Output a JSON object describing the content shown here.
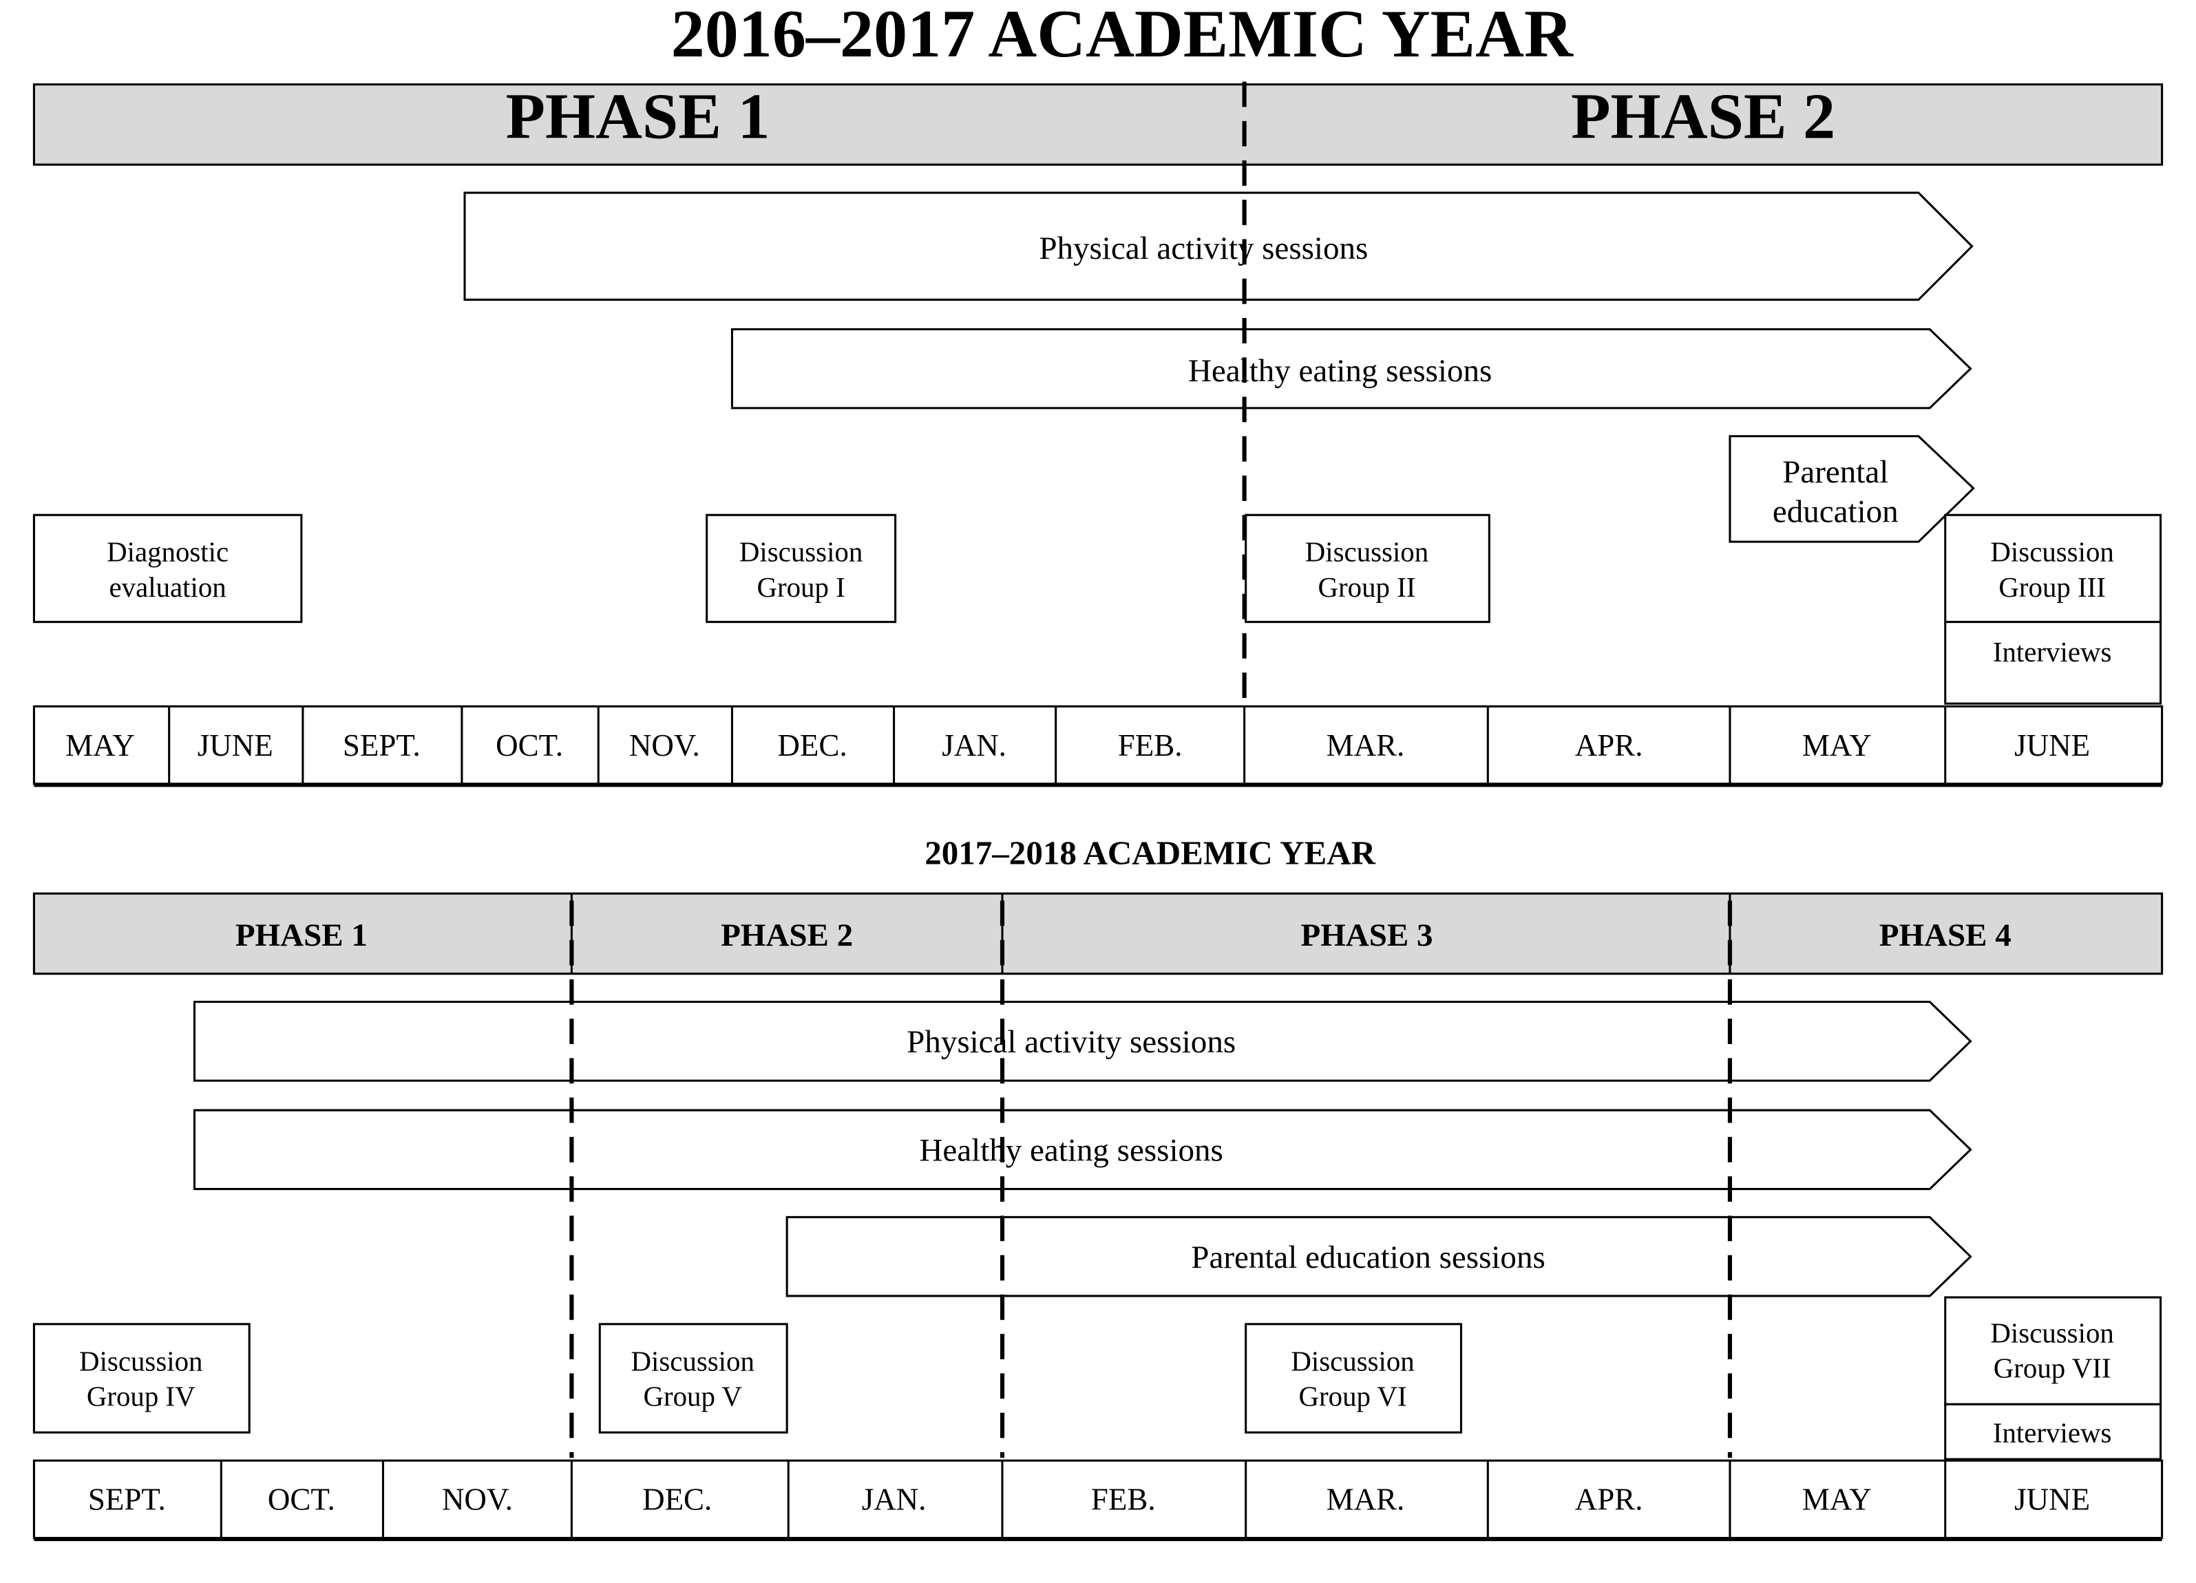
{
  "years": [
    {
      "title": "2016–2017 ACADEMIC YEAR",
      "phases": [
        "PHASE 1",
        "PHASE 2"
      ],
      "months": [
        "MAY",
        "JUNE",
        "SEPT.",
        "OCT.",
        "NOV.",
        "DEC.",
        "JAN.",
        "FEB.",
        "MAR.",
        "APR.",
        "MAY",
        "JUNE"
      ],
      "arrows": [
        "Physical activity sessions",
        "Healthy eating sessions",
        [
          "Parental",
          "education"
        ]
      ],
      "boxes": [
        [
          "Diagnostic",
          "evaluation"
        ],
        [
          "Discussion",
          "Group I"
        ],
        [
          "Discussion",
          "Group II"
        ],
        [
          "Discussion",
          "Group III"
        ],
        [
          "Interviews"
        ]
      ]
    },
    {
      "title": "2017–2018 ACADEMIC YEAR",
      "phases": [
        "PHASE 1",
        "PHASE 2",
        "PHASE 3",
        "PHASE 4"
      ],
      "months": [
        "SEPT.",
        "OCT.",
        "NOV.",
        "DEC.",
        "JAN.",
        "FEB.",
        "MAR.",
        "APR.",
        "MAY",
        "JUNE"
      ],
      "arrows": [
        "Physical activity sessions",
        "Healthy eating sessions",
        "Parental education sessions"
      ],
      "boxes": [
        [
          "Discussion",
          "Group IV"
        ],
        [
          "Discussion",
          "Group V"
        ],
        [
          "Discussion",
          "Group VI"
        ],
        [
          "Discussion",
          "Group VII"
        ],
        [
          "Interviews"
        ]
      ]
    }
  ],
  "colors": {
    "phase_fill": "#d9d9d9",
    "stroke": "#000000",
    "background": "#ffffff"
  }
}
